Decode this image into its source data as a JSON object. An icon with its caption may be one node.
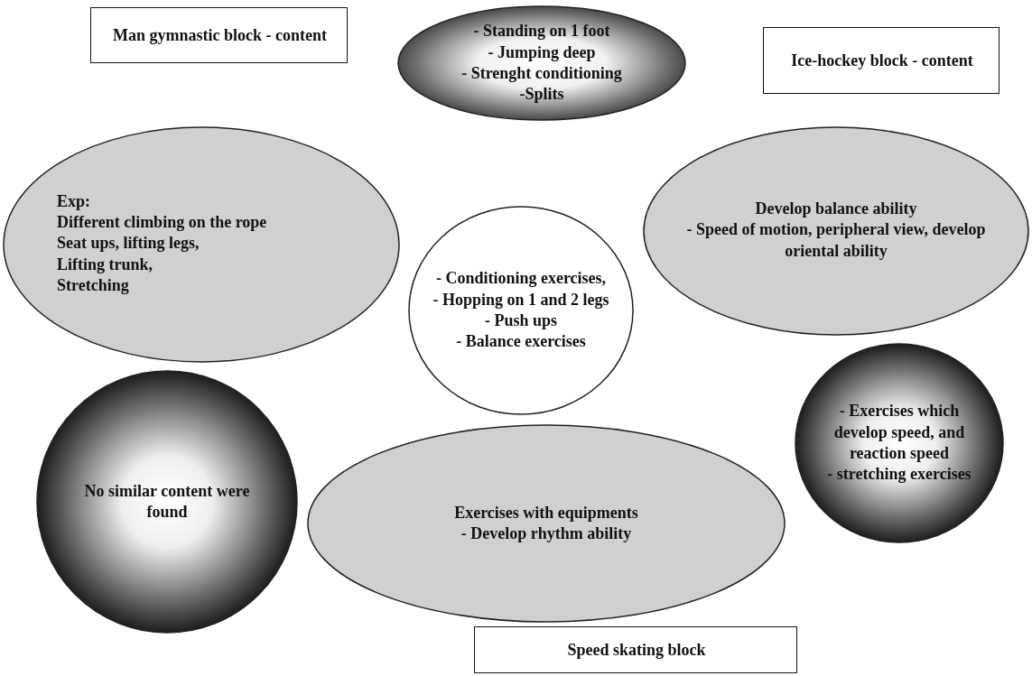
{
  "diagram": {
    "nodes": [
      {
        "text": [
          "Man gymnastic block - content"
        ]
      },
      {
        "text": [
          "- Standing on 1 foot",
          "- Jumping deep",
          "- Strenght conditioning",
          "-Splits"
        ]
      },
      {
        "text": [
          "Ice-hockey block - content"
        ]
      },
      {
        "text": [
          "Exp:",
          "Different climbing on the rope",
          "Seat ups, lifting legs,",
          "Lifting trunk,",
          "Stretching"
        ]
      },
      {
        "text": [
          "Develop balance ability",
          "- Speed of motion, peripheral view, develop oriental ability"
        ]
      },
      {
        "text": [
          "- Conditioning exercises,",
          "- Hopping on 1 and 2 legs",
          "- Push ups",
          "- Balance exercises"
        ]
      },
      {
        "text": [
          "- Exercises which develop speed, and reaction speed",
          "- stretching exercises"
        ]
      },
      {
        "text": [
          "No similar content were found"
        ]
      },
      {
        "text": [
          "Exercises with equipments",
          "- Develop rhythm ability"
        ]
      },
      {
        "text": [
          "Speed skating block"
        ]
      }
    ]
  }
}
